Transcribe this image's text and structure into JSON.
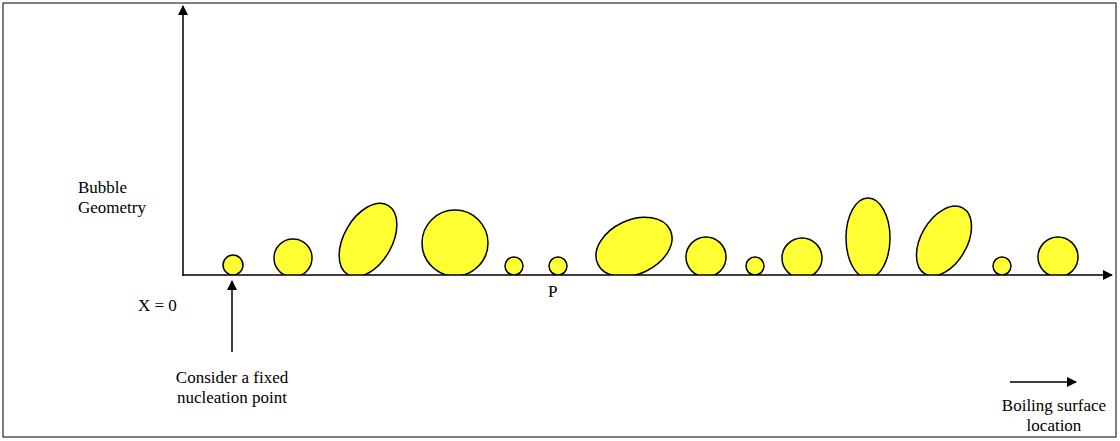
{
  "diagram": {
    "labels": [
      "Bubble Geometry",
      "X = 0",
      "P",
      "Consider a fixed nucleation point",
      "Boiling surface location"
    ]
  }
}
